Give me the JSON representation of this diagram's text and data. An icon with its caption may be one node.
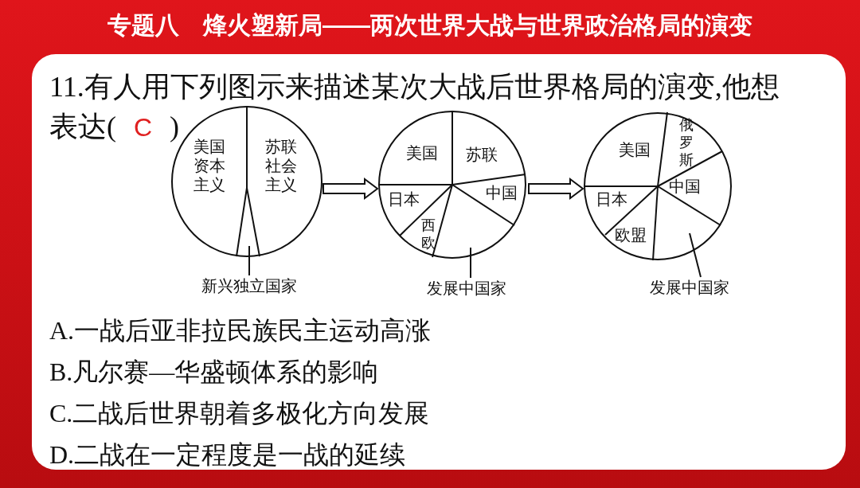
{
  "diagram": {
    "title": "专题八　烽火塑新局——两次世界大战与世界政治格局的演变",
    "nodes": [
      {
        "text": [
          "美国资本主义",
          "苏联社会主义"
        ]
      },
      {
        "text": [
          "美国",
          "苏联",
          "中国",
          "日本",
          "西欧"
        ]
      },
      {
        "text": [
          "美国",
          "俄罗斯",
          "中国",
          "日本",
          "欧盟"
        ]
      },
      {
        "text": [
          "新兴独立国家"
        ]
      },
      {
        "text": [
          "发展中国家"
        ]
      },
      {
        "text": [
          "发展中国家"
        ]
      }
    ],
    "edges": [
      {
        "from": 0,
        "to": 1,
        "arrow": "to"
      },
      {
        "from": 1,
        "to": 2,
        "arrow": "to"
      },
      {
        "from": 3,
        "to": 0,
        "arrow": "none"
      },
      {
        "from": 4,
        "to": 1,
        "arrow": "none"
      },
      {
        "from": 5,
        "to": 2,
        "arrow": "none"
      }
    ],
    "labels": [
      "11.有人用下列图示来描述某次大战后世界格局的演变,他想表达(",
      "C",
      ")",
      "A.一战后亚非拉民族民主运动高涨",
      "B.凡尔赛—华盛顿体系的影响",
      "C.二战后世界朝着多极化方向发展",
      "D.二战在一定程度是一战的延续"
    ]
  }
}
